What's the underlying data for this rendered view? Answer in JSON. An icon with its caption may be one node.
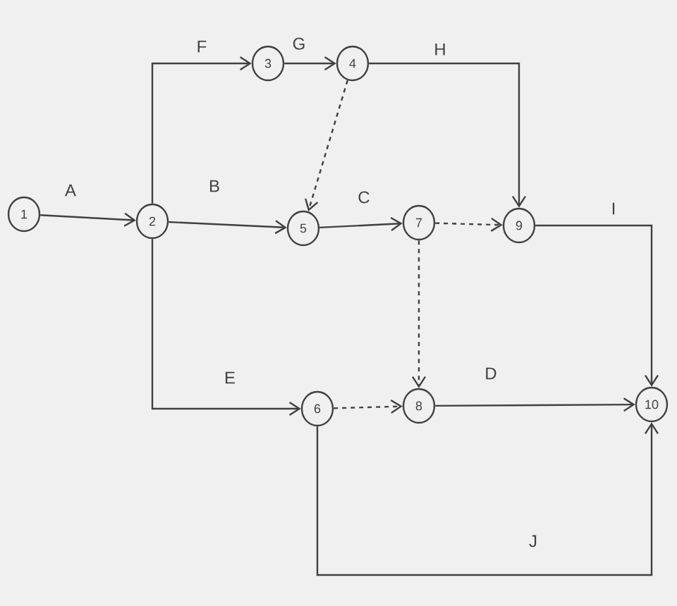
{
  "diagram": {
    "nodes": [
      {
        "text": [
          "1"
        ]
      },
      {
        "text": [
          "2"
        ]
      },
      {
        "text": [
          "3"
        ]
      },
      {
        "text": [
          "4"
        ]
      },
      {
        "text": [
          "5"
        ]
      },
      {
        "text": [
          "7"
        ]
      },
      {
        "text": [
          "9"
        ]
      },
      {
        "text": [
          "6"
        ]
      },
      {
        "text": [
          "8"
        ]
      },
      {
        "text": [
          "10"
        ]
      }
    ],
    "edges": [
      {
        "from": 0,
        "to": 1,
        "arrow": "to",
        "label": "A"
      },
      {
        "from": 1,
        "to": 2,
        "arrow": "to",
        "label": "F"
      },
      {
        "from": 2,
        "to": 3,
        "arrow": "to",
        "label": "G"
      },
      {
        "from": 3,
        "to": 6,
        "arrow": "to",
        "label": "H"
      },
      {
        "from": 3,
        "to": 4,
        "arrow": "to",
        "style": "dashed"
      },
      {
        "from": 1,
        "to": 4,
        "arrow": "to",
        "label": "B"
      },
      {
        "from": 4,
        "to": 5,
        "arrow": "to",
        "label": "C"
      },
      {
        "from": 5,
        "to": 6,
        "arrow": "to",
        "style": "dashed"
      },
      {
        "from": 5,
        "to": 8,
        "arrow": "to",
        "style": "dashed"
      },
      {
        "from": 6,
        "to": 9,
        "arrow": "to",
        "label": "I"
      },
      {
        "from": 1,
        "to": 7,
        "arrow": "to",
        "label": "E"
      },
      {
        "from": 7,
        "to": 8,
        "arrow": "to",
        "style": "dashed"
      },
      {
        "from": 8,
        "to": 9,
        "arrow": "to",
        "label": "D"
      },
      {
        "from": 7,
        "to": 9,
        "arrow": "to",
        "label": "J"
      }
    ]
  }
}
